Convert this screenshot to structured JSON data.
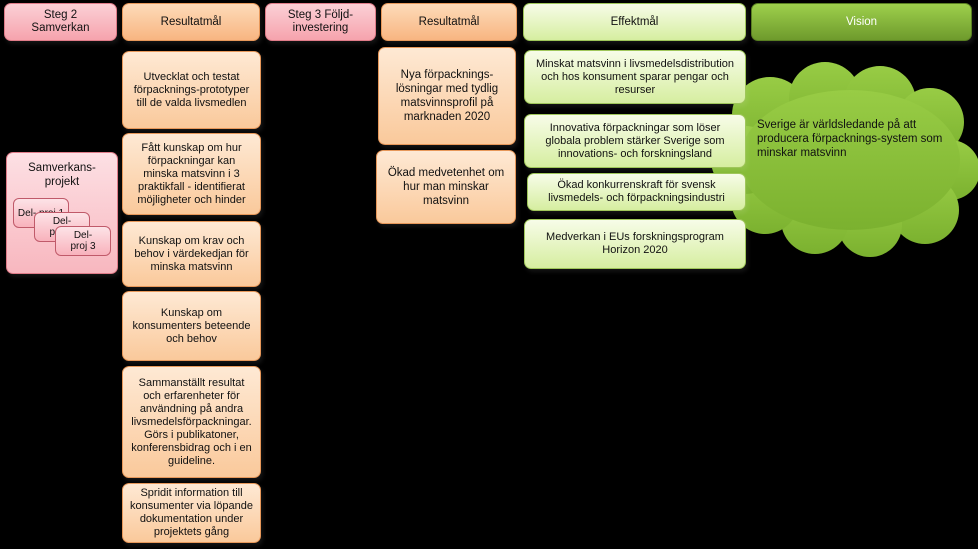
{
  "headers": {
    "steg2": "Steg 2\nSamverkan",
    "resultatmal1": "Resultatmål",
    "steg3": "Steg 3 Följd-\ninvestering",
    "resultatmal2": "Resultatmål",
    "effektmal": "Effektmål",
    "vision": "Vision"
  },
  "samverkan": {
    "title": "Samverkans-\nprojekt",
    "sub1": "Del-\nproj 1",
    "sub2": "Del-\nproj 2",
    "sub3": "Del-\nproj 3"
  },
  "resultatmal1_items": [
    "Utvecklat och testat förpacknings-prototyper till de valda livsmedlen",
    "Fått kunskap om hur förpackningar kan minska matsvinn i 3 praktikfall - identifierat möjligheter och hinder",
    "Kunskap om krav och behov i värdekedjan för minska matsvinn",
    "Kunskap om konsumenters beteende och behov",
    "Sammanställt resultat och erfarenheter för användning på andra livsmedelsförpackningar. Görs i publikatoner, konferensbidrag och i en guideline.",
    "Spridit information till konsumenter via löpande dokumentation under projektets gång"
  ],
  "resultatmal2_items": [
    "Nya förpacknings-lösningar med tydlig matsvinnsprofil på marknaden 2020",
    "Ökad medvetenhet om hur man minskar matsvinn"
  ],
  "effektmal_items": [
    "Minskat matsvinn i livsmedelsdistribution och hos konsument sparar pengar och resurser",
    "Innovativa förpackningar som löser globala problem stärker Sverige som innovations- och forskningsland",
    "Ökad konkurrenskraft för svensk livsmedels- och förpackningsindustri",
    "Medverkan i EUs forskningsprogram Horizon 2020"
  ],
  "vision_text": "Sverige är världsledande på att producera förpacknings-system som minskar matsvinn",
  "colors": {
    "pink": "#f6a3ad",
    "orange": "#f8b581",
    "green_light": "#d6eea0",
    "green_vision": "#8cc63f",
    "background": "#000000"
  }
}
